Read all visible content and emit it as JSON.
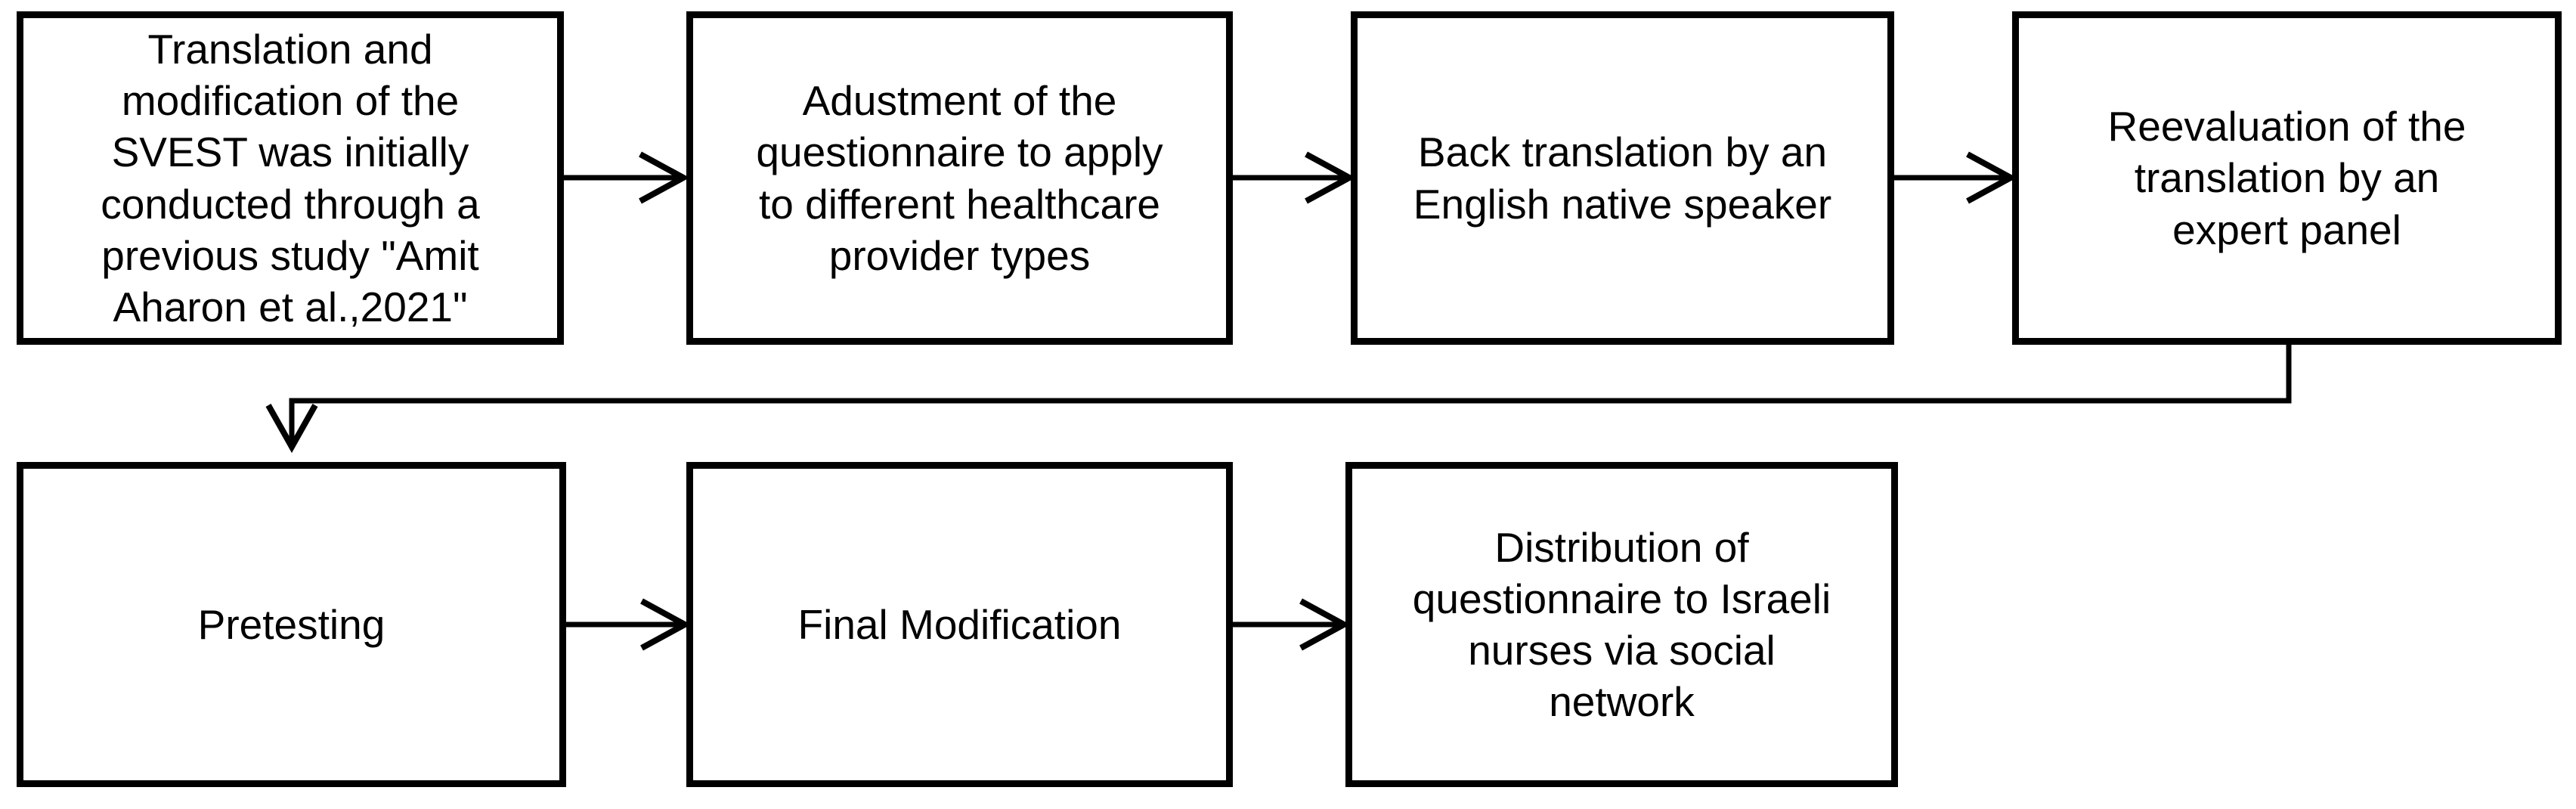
{
  "diagram": {
    "type": "flowchart",
    "background_color": "#ffffff",
    "box_fill_color": "#ffffff",
    "box_border_color": "#000000",
    "text_color": "#000000",
    "connector_color": "#000000",
    "steps": [
      {
        "id": "step-1",
        "row": 1,
        "text": "Translation and\nmodification of the\nSVEST was initially\nconducted through a\nprevious study \"Amit\nAharon et al.,2021\""
      },
      {
        "id": "step-2",
        "row": 1,
        "text": "Adustment of the\nquestionnaire to apply\nto different healthcare\nprovider types"
      },
      {
        "id": "step-3",
        "row": 1,
        "text": "Back translation by an\nEnglish native speaker"
      },
      {
        "id": "step-4",
        "row": 1,
        "text": "Reevaluation of the\ntranslation by an\nexpert panel"
      },
      {
        "id": "step-5",
        "row": 2,
        "text": "Pretesting"
      },
      {
        "id": "step-6",
        "row": 2,
        "text": "Final Modification"
      },
      {
        "id": "step-7",
        "row": 2,
        "text": "Distribution of\nquestionnaire to Israeli\nnurses via social\nnetwork"
      }
    ],
    "flow": [
      {
        "from": "step-1",
        "to": "step-2"
      },
      {
        "from": "step-2",
        "to": "step-3"
      },
      {
        "from": "step-3",
        "to": "step-4"
      },
      {
        "from": "step-4",
        "to": "step-5"
      },
      {
        "from": "step-5",
        "to": "step-6"
      },
      {
        "from": "step-6",
        "to": "step-7"
      }
    ]
  }
}
